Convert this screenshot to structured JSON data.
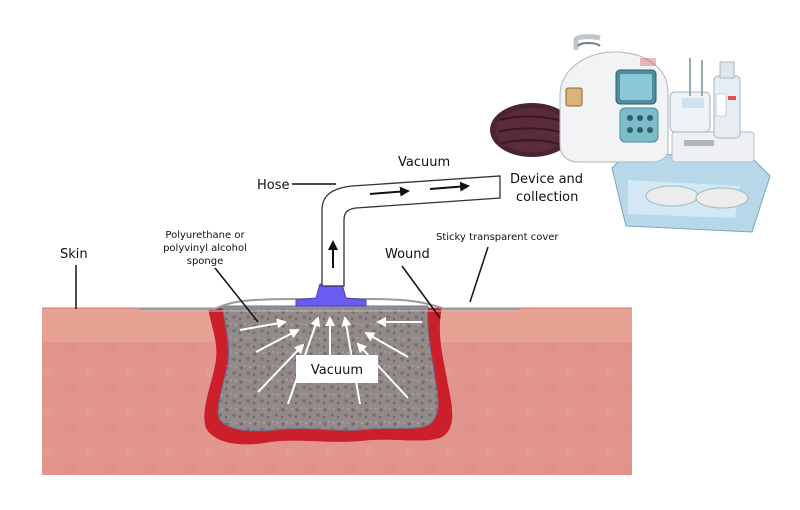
{
  "labels": {
    "skin": "Skin",
    "sponge_line1": "Polyurethane or",
    "sponge_line2": "polyvinyl alcohol",
    "sponge_line3": "sponge",
    "hose": "Hose",
    "vacuum_top": "Vacuum",
    "device_line1": "Device and",
    "device_line2": "collection",
    "cover": "Sticky transparent cover",
    "wound": "Wound",
    "vacuum_center": "Vacuum"
  },
  "colors": {
    "skin_top": "#e8a294",
    "skin_body": "#e2958d",
    "wound_rim": "#cc1f2c",
    "sponge": "#8d8d8d",
    "connector": "#6a5cf0",
    "hose": "#ffffff",
    "arrow": "#ffffff",
    "device_white": "#f1f3f5",
    "device_screen": "#8ac8d8",
    "device_keypad": "#7fbcc9",
    "disc_dark": "#4a2430"
  },
  "icons": {
    "device": "vac-device-photo",
    "disc": "sponge-disc-photo",
    "bottle": "collection-bottle-photo",
    "bag": "sterile-kit-photo"
  }
}
